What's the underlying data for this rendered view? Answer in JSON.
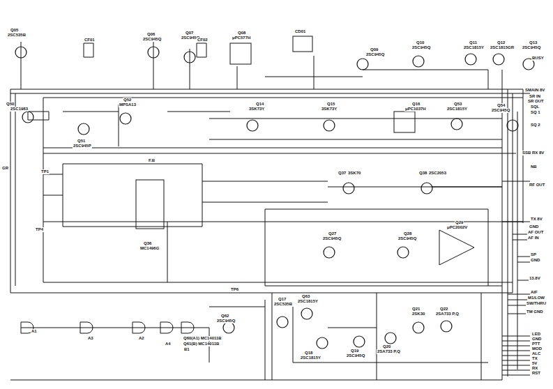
{
  "diagram": {
    "labels": [
      "Q05",
      "2SC535B",
      "Q06",
      "2SC945Q",
      "Q07",
      "2SC945Q",
      "Q08",
      "μPC577H",
      "CF01",
      "CF02",
      "CD01",
      "Q09",
      "2SC945Q",
      "Q10",
      "2SC945Q",
      "Q11",
      "2SC1815Y",
      "Q12",
      "2SC1815GR",
      "Q13",
      "2SC945Q",
      "BUSY",
      "SMAIN 8V",
      "SR IN",
      "SR OUT",
      "SQL",
      "SQ 1",
      "SQ 2",
      "SSB RX 8V",
      "NB",
      "RF OUT",
      "TX 8V",
      "Q50",
      "2SC1983",
      "Q52",
      "MPSA13",
      "Q51",
      "2SC945P",
      "Q14",
      "3SK73Y",
      "Q15",
      "3SK73Y",
      "Q16",
      "μPC1037H",
      "Q53",
      "2SC1815Y",
      "Q54",
      "2SC945Q",
      "Q36",
      "MC1496G",
      "Q37",
      "3SK70",
      "Q38",
      "2SC2053",
      "Q27",
      "2SC945Q",
      "Q28",
      "2SC945Q",
      "Q29",
      "μPC2002V",
      "GND",
      "AF OUT",
      "AF IN",
      "SP",
      "GND",
      "13.8V",
      "AIF",
      "M1/LOW",
      "SW/THRU",
      "TM GND",
      "LED",
      "GND",
      "PTT",
      "MOD",
      "ALC",
      "TX",
      "5V",
      "RX",
      "RST",
      "Q17",
      "2SC535B",
      "Q63",
      "2SC1815Y",
      "Q18",
      "2SC1815Y",
      "Q19",
      "2SC945Q",
      "Q20",
      "2SA733 P,Q",
      "Q21",
      "2SK30",
      "Q22",
      "2SA733 P,Q",
      "Q60(A1) MC14011B",
      "Q61(B) MC14011B",
      "Q62",
      "2SC945Q",
      "TP6",
      "TP1",
      "TP4",
      "GR",
      "A1",
      "A2",
      "A3",
      "A4",
      "B1",
      "F.B"
    ]
  }
}
